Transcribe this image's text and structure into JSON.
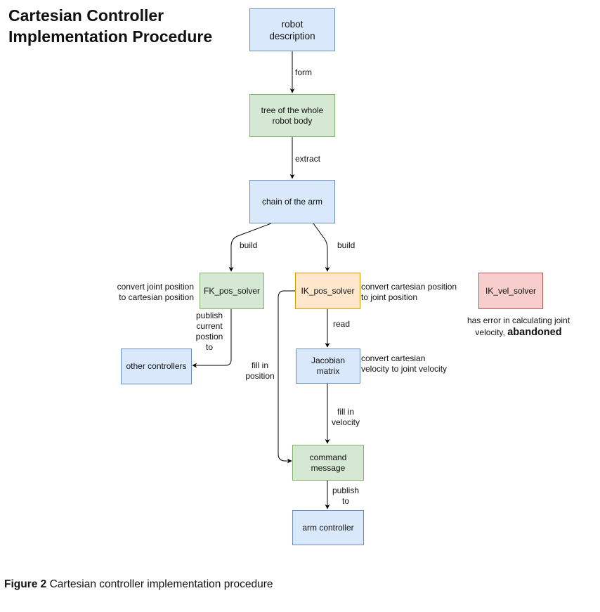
{
  "title_lines": [
    "Cartesian Controller",
    "Implementation Procedure"
  ],
  "nodes": {
    "robot_description": [
      "robot",
      "description"
    ],
    "tree": [
      "tree of the whole",
      "robot body"
    ],
    "chain": [
      "chain of the arm"
    ],
    "fk_pos_solver": [
      "FK_pos_solver"
    ],
    "ik_pos_solver": [
      "IK_pos_solver"
    ],
    "ik_vel_solver": [
      "IK_vel_solver"
    ],
    "other_controllers": [
      "other controllers"
    ],
    "jacobian": [
      "Jacobian",
      "matrix"
    ],
    "command_message": [
      "command",
      "message"
    ],
    "arm_controller": [
      "arm controller"
    ]
  },
  "edge_labels": {
    "form": [
      "form"
    ],
    "extract": [
      "extract"
    ],
    "build_left": [
      "build"
    ],
    "build_right": [
      "build"
    ],
    "read": [
      "read"
    ],
    "publish_current": [
      "publish",
      "current",
      "postion",
      "to"
    ],
    "fill_position": [
      "fill in",
      "position"
    ],
    "fill_velocity": [
      "fill in",
      "velocity"
    ],
    "publish_to": [
      "publish",
      "to"
    ]
  },
  "annotations": {
    "fk_note": [
      "convert joint position",
      "to cartesian position"
    ],
    "ik_note": [
      "convert cartesian position",
      "to joint position"
    ],
    "jacobian_note": [
      "convert cartesian",
      "velocity to joint velocity"
    ],
    "vel_note_line1": "has error in calculating joint",
    "vel_note_line2": "velocity,",
    "vel_note_strong": "abandoned"
  },
  "caption": {
    "label": "Figure 2",
    "text": "Cartesian controller implementation procedure"
  },
  "colors": {
    "blue_fill": "#dae8fc",
    "blue_stroke": "#6c8ebf",
    "green_fill": "#d5e8d4",
    "green_stroke": "#82b366",
    "orange_fill": "#ffe6cc",
    "orange_stroke": "#d79b00",
    "red_fill": "#f8cecc",
    "red_stroke": "#b85450",
    "edge": "#000000"
  }
}
